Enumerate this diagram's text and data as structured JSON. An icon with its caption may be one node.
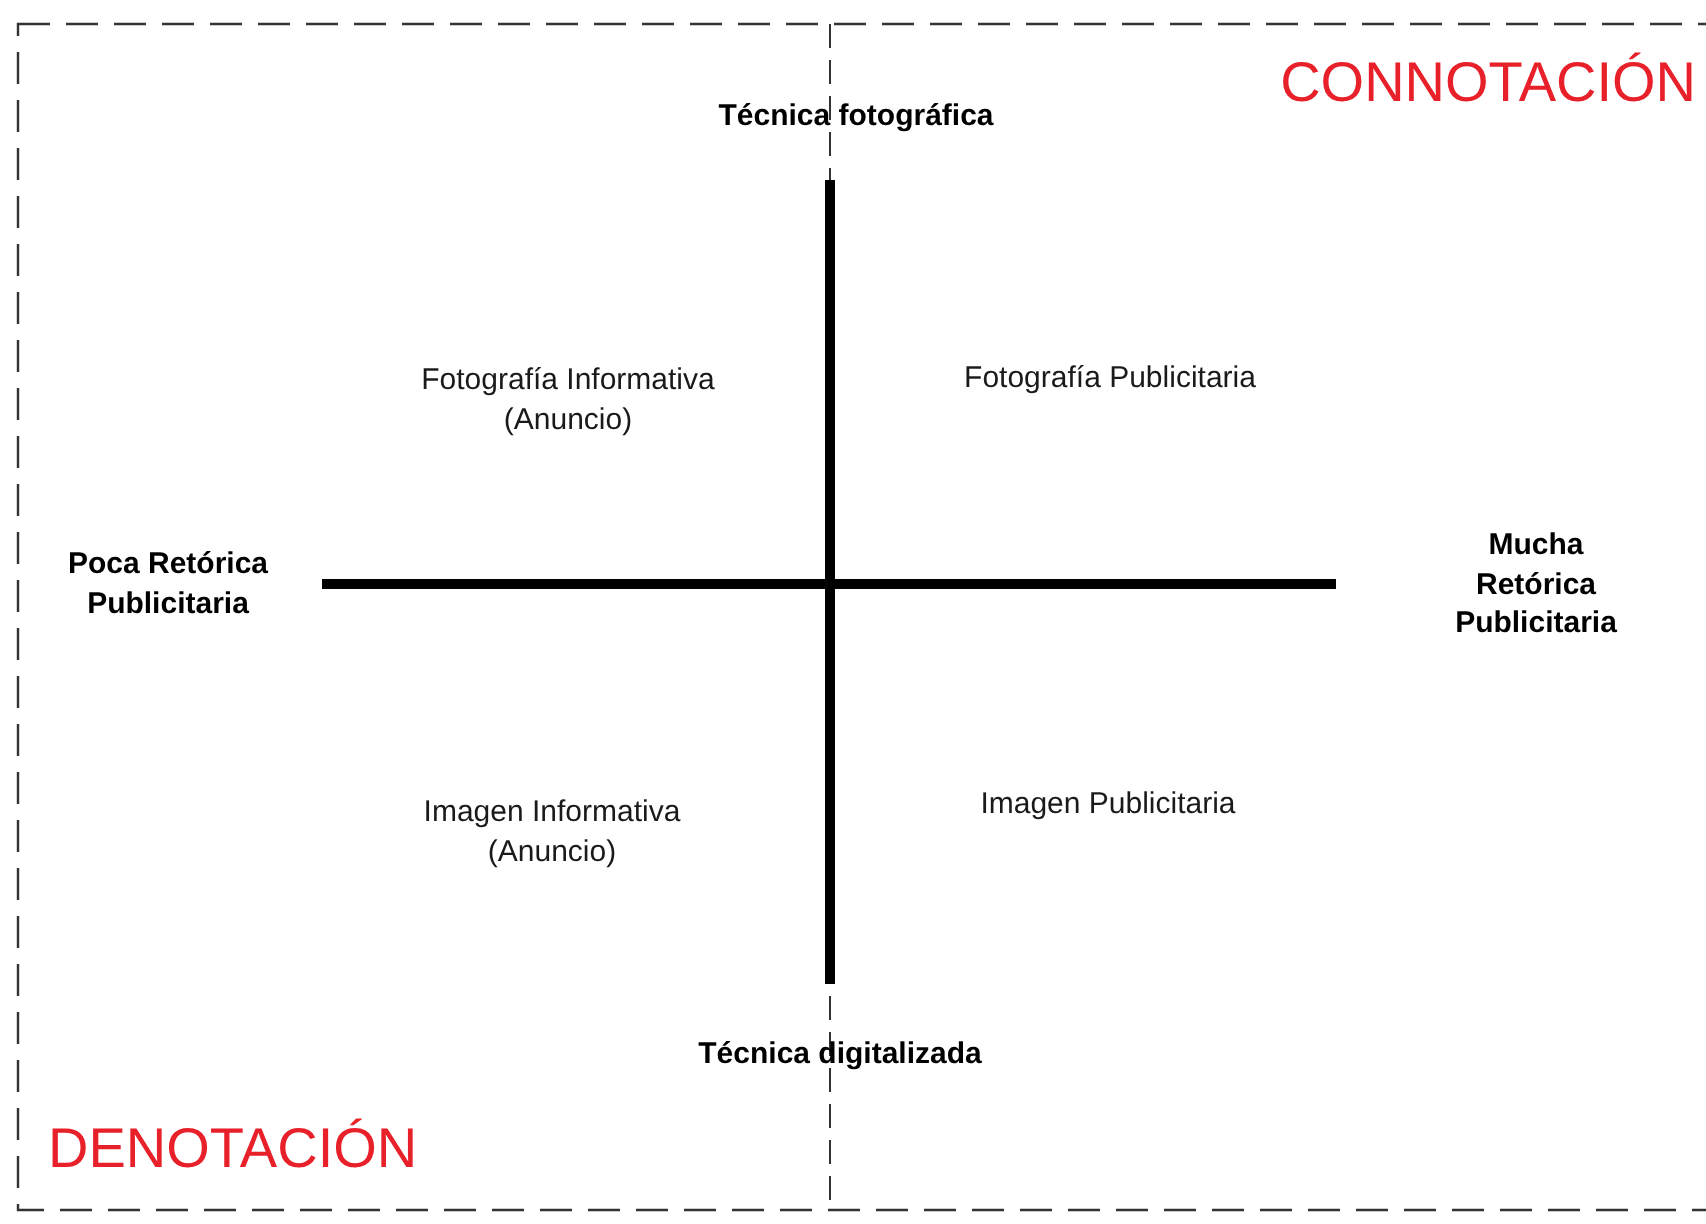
{
  "diagram": {
    "labels": [
      "CONNOTACIÓN",
      "Técnica fotográfica",
      "Fotografía Informativa (Anuncio)",
      "Fotografía Publicitaria",
      "Poca Retórica Publicitaria",
      "Mucha Retórica Publicitaria",
      "Imagen Informativa (Anuncio)",
      "Imagen Publicitaria",
      "Técnica digitalizada",
      "DENOTACIÓN"
    ]
  }
}
